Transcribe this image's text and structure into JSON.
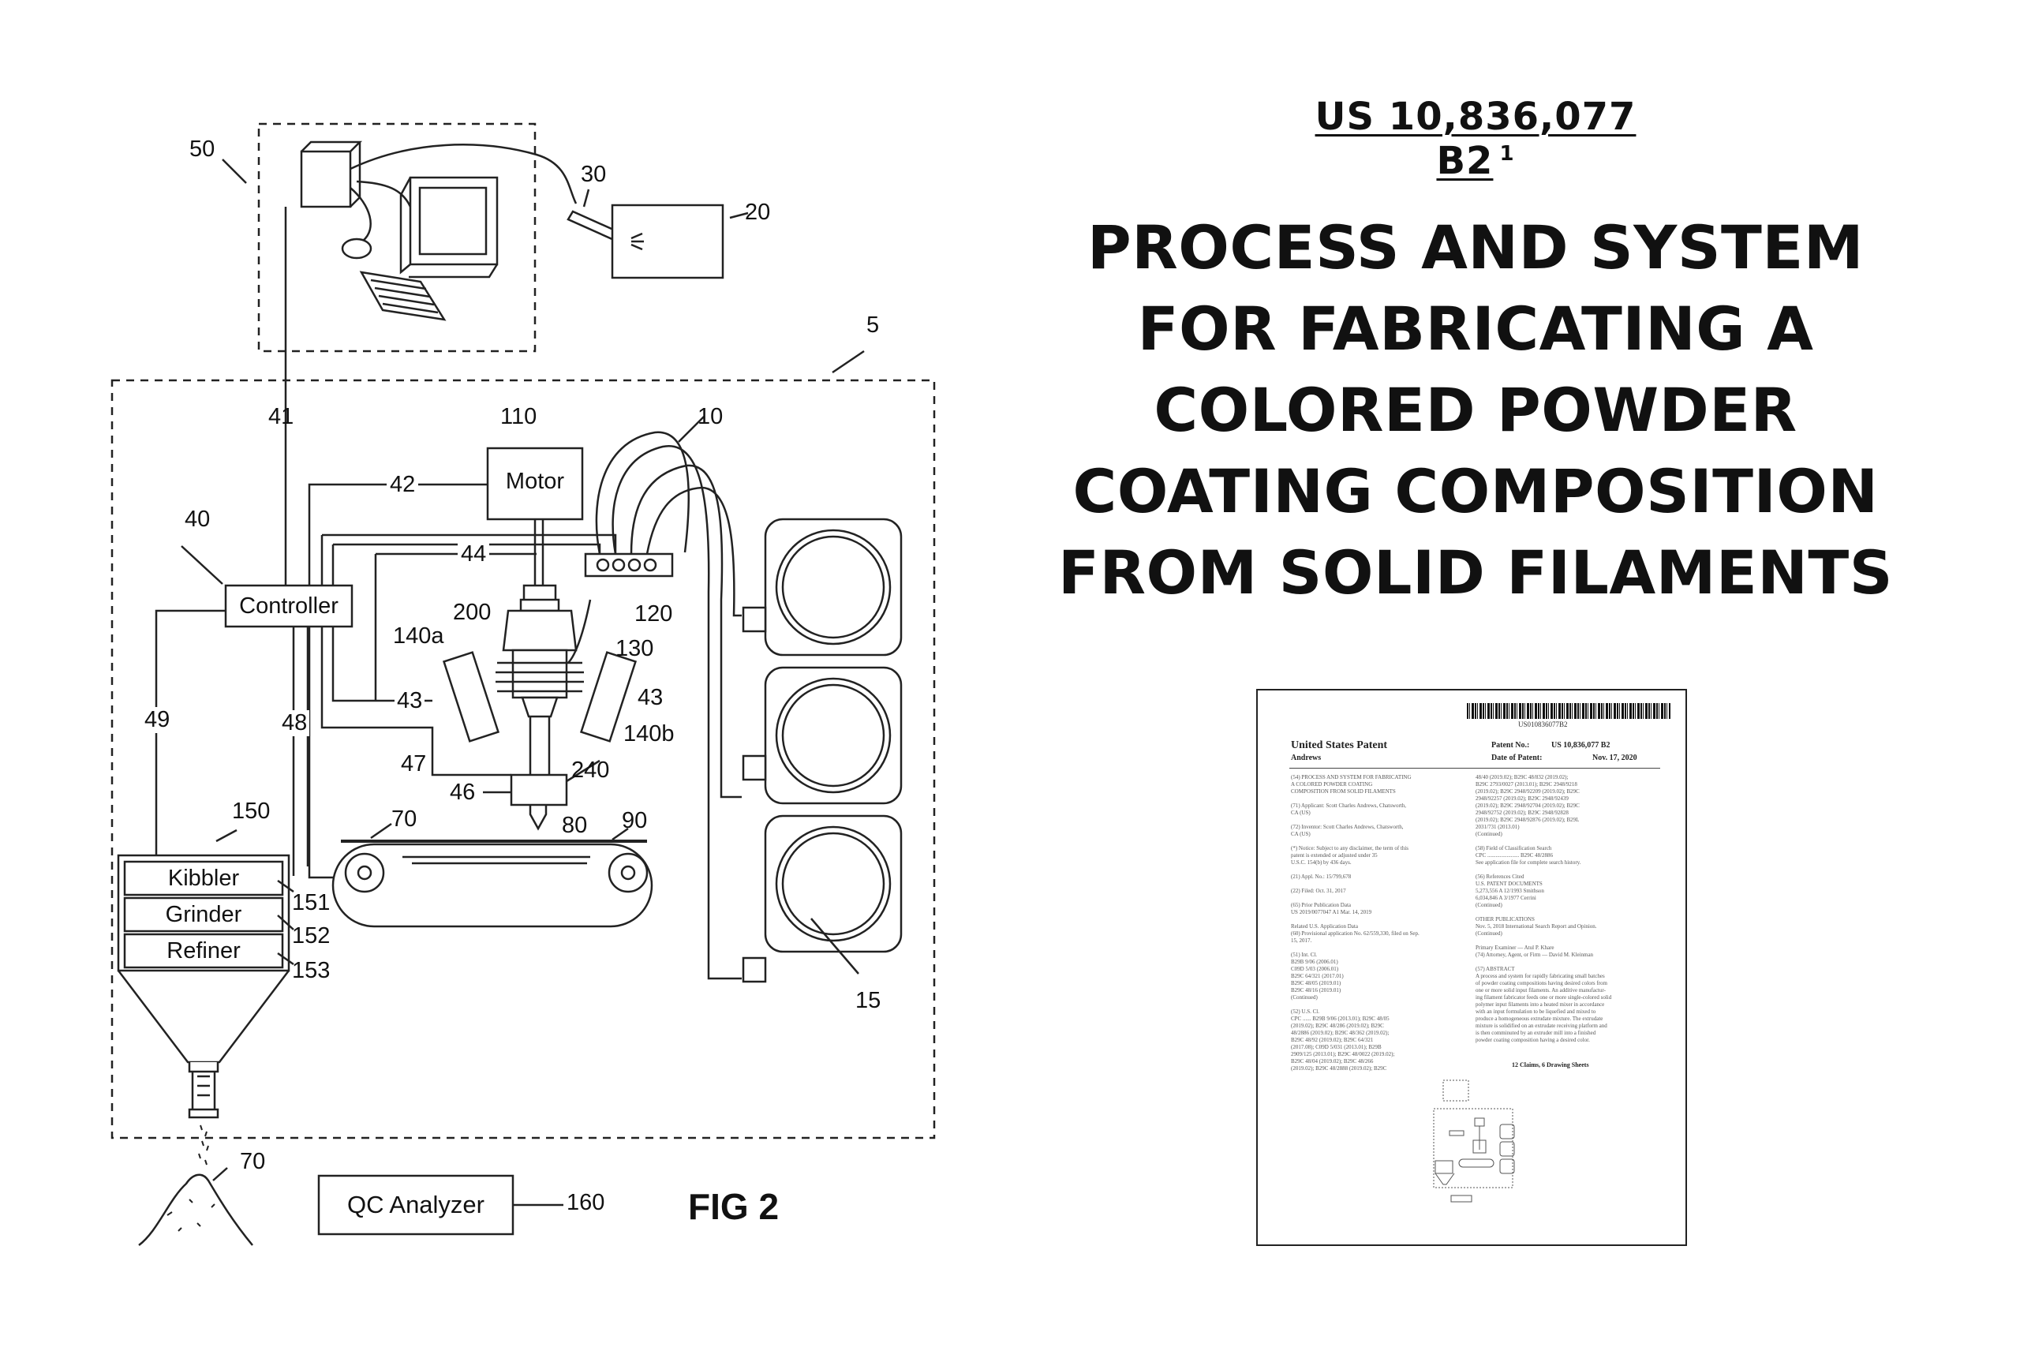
{
  "patent_number": "US 10,836,077 B2",
  "footnote_marker": "1",
  "title_lines": [
    "PROCESS AND SYSTEM",
    "FOR FABRICATING A",
    "COLORED POWDER",
    "COATING COMPOSITION",
    "FROM SOLID FILAMENTS"
  ],
  "figure": {
    "caption": "FIG 2",
    "boxes": {
      "motor": "Motor",
      "controller": "Controller",
      "kibbler": "Kibbler",
      "grinder": "Grinder",
      "refiner": "Refiner",
      "qc_analyzer": "QC Analyzer"
    },
    "refs": {
      "r50": "50",
      "r30": "30",
      "r20": "20",
      "r5": "5",
      "r41": "41",
      "r110": "110",
      "r10": "10",
      "r42": "42",
      "r40": "40",
      "r44": "44",
      "r200": "200",
      "r120": "120",
      "r140a": "140a",
      "r130": "130",
      "r43a": "43",
      "r43b": "43",
      "r140b": "140b",
      "r49": "49",
      "r48": "48",
      "r47": "47",
      "r46": "46",
      "r240": "240",
      "r70a": "70",
      "r80": "80",
      "r90": "90",
      "r150": "150",
      "r151": "151",
      "r152": "152",
      "r153": "153",
      "r15": "15",
      "r70b": "70",
      "r160": "160"
    }
  },
  "thumbnail": {
    "barcode_number": "US010836077B2",
    "header_left": "United States Patent",
    "inventor": "Andrews",
    "patent_no_label": "Patent No.:",
    "patent_no_value": "US 10,836,077 B2",
    "date_label": "Date of Patent:",
    "date_value": "Nov. 17, 2020",
    "abstract_heading": "ABSTRACT",
    "claims_line": "12 Claims, 6 Drawing Sheets",
    "left_column": "(54) PROCESS AND SYSTEM FOR FABRICATING\nA COLORED POWDER COATING\nCOMPOSITION FROM SOLID FILAMENTS\n\n(71) Applicant: Scott Charles Andrews, Chatsworth,\nCA (US)\n\n(72) Inventor: Scott Charles Andrews, Chatsworth,\nCA (US)\n\n(*) Notice: Subject to any disclaimer, the term of this\npatent is extended or adjusted under 35\nU.S.C. 154(b) by 436 days.\n\n(21) Appl. No.: 15/799,678\n\n(22) Filed: Oct. 31, 2017\n\n(65) Prior Publication Data\nUS 2019/0077047 A1    Mar. 14, 2019\n\nRelated U.S. Application Data\n(60) Provisional application No. 62/559,330, filed on Sep.\n15, 2017.\n\n(51) Int. Cl.\nB29B 9/06      (2006.01)\nC09D 5/03      (2006.01)\nB29C 64/321    (2017.01)\nB29C 48/05     (2019.01)\nB29C 48/16     (2019.01)\n(Continued)\n\n(52) U.S. Cl.\nCPC ...... B29B 9/06 (2013.01); B29C 48/05\n(2019.02); B29C 48/286 (2019.02); B29C\n48/2886 (2019.02); B29C 48/362 (2019.02);\nB29C 48/92 (2019.02); B29C 64/321\n(2017.08); C09D 5/031 (2013.01); B29B\n2909/125 (2013.01); B29C 48/0022 (2019.02);\nB29C 48/04 (2019.02); B29C 48/266\n(2019.02); B29C 48/2888 (2019.02); B29C",
    "right_column": "48/40 (2019.02); B29C 48/832 (2019.02);\nB29C 2793/0027 (2013.01); B29C 2948/9218\n(2019.02); B29C 2948/92209 (2019.02); B29C\n2948/92257 (2019.02); B29C 2948/92439\n(2019.02); B29C 2948/92704 (2019.02); B29C\n2948/92752 (2019.02); B29C 2948/92828\n(2019.02); B29C 2948/92876 (2019.02); B29L\n2031/731 (2013.01)\n(Continued)\n\n(58) Field of Classification Search\nCPC ....................... B29C 48/2886\nSee application file for complete search history.\n\n(56) References Cited\nU.S. PATENT DOCUMENTS\n5,273,556 A   12/1993 Smithson\n6,034,846 A    3/1977 Cerrini\n(Continued)\n\nOTHER PUBLICATIONS\nNov. 5, 2018 International Search Report and Opinion.\n(Continued)\n\nPrimary Examiner — Atul P. Khare\n(74) Attorney, Agent, or Firm — David M. Kleinman\n\n(57) ABSTRACT\nA process and system for rapidly fabricating small batches\nof powder coating compositions having desired colors from\none or more solid input filaments. An additive manufactur-\ning filament fabricator feeds one or more single-colored solid\npolymer input filaments into a heated mixer in accordance\nwith an input formulation to be liquefied and mixed to\nproduce a homogeneous extrudate mixture. The extrudate\nmixture is solidified on an extrudate receiving platform and\nis then comminuted by an extruder mill into a finished\npowder coating composition having a desired color."
  }
}
